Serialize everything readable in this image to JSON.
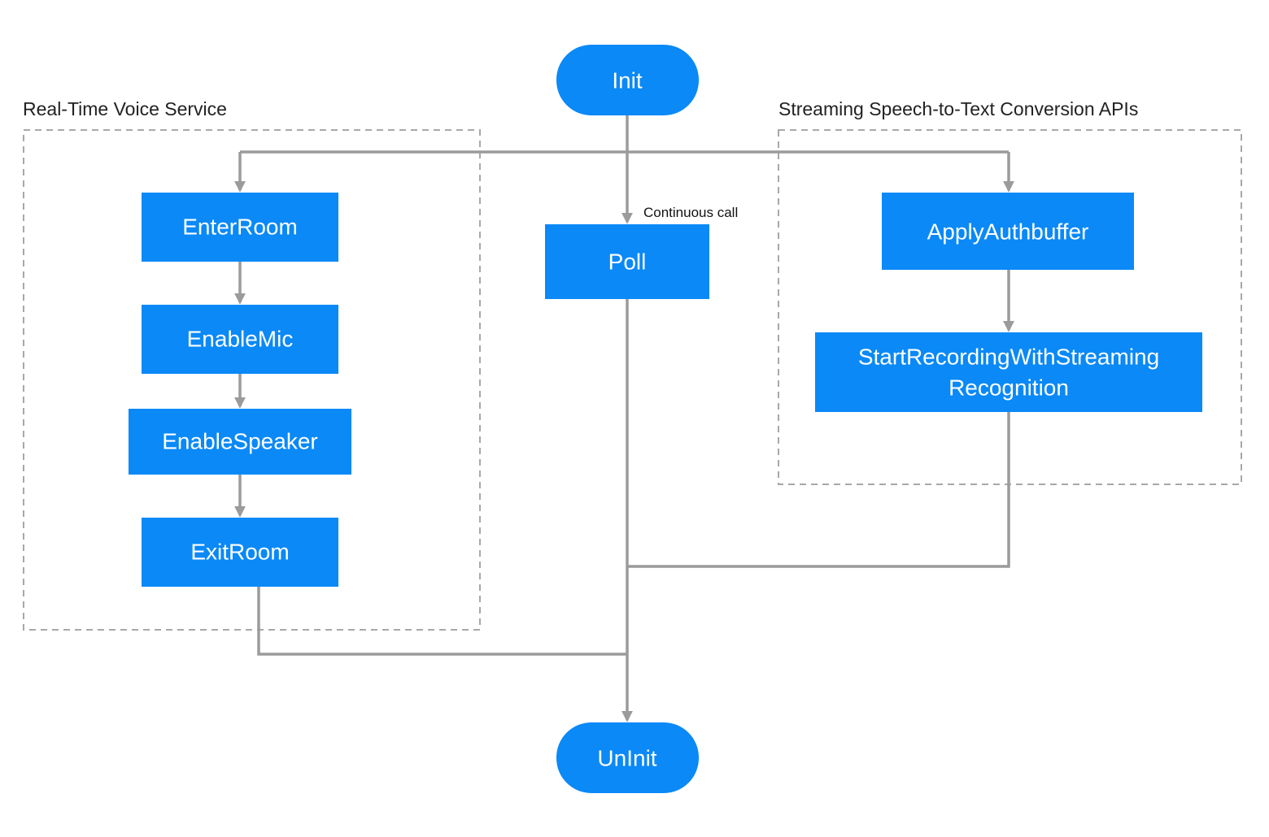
{
  "colors": {
    "node_fill": "#0a89f7",
    "edge": "#9b9b9b",
    "group_border": "#a8a8a8",
    "group_title": "#222222"
  },
  "groups": {
    "realtime_voice": {
      "title": "Real-Time Voice Service"
    },
    "streaming_stt": {
      "title": "Streaming Speech-to-Text Conversion APIs"
    }
  },
  "nodes": {
    "init": "Init",
    "poll": "Poll",
    "uninit": "UnInit",
    "enter_room": "EnterRoom",
    "enable_mic": "EnableMic",
    "enable_speaker": "EnableSpeaker",
    "exit_room": "ExitRoom",
    "apply_authbuffer": "ApplyAuthbuffer",
    "start_recording_line1": "StartRecordingWithStreaming",
    "start_recording_line2": "Recognition"
  },
  "edge_labels": {
    "poll_label": "Continuous call"
  }
}
